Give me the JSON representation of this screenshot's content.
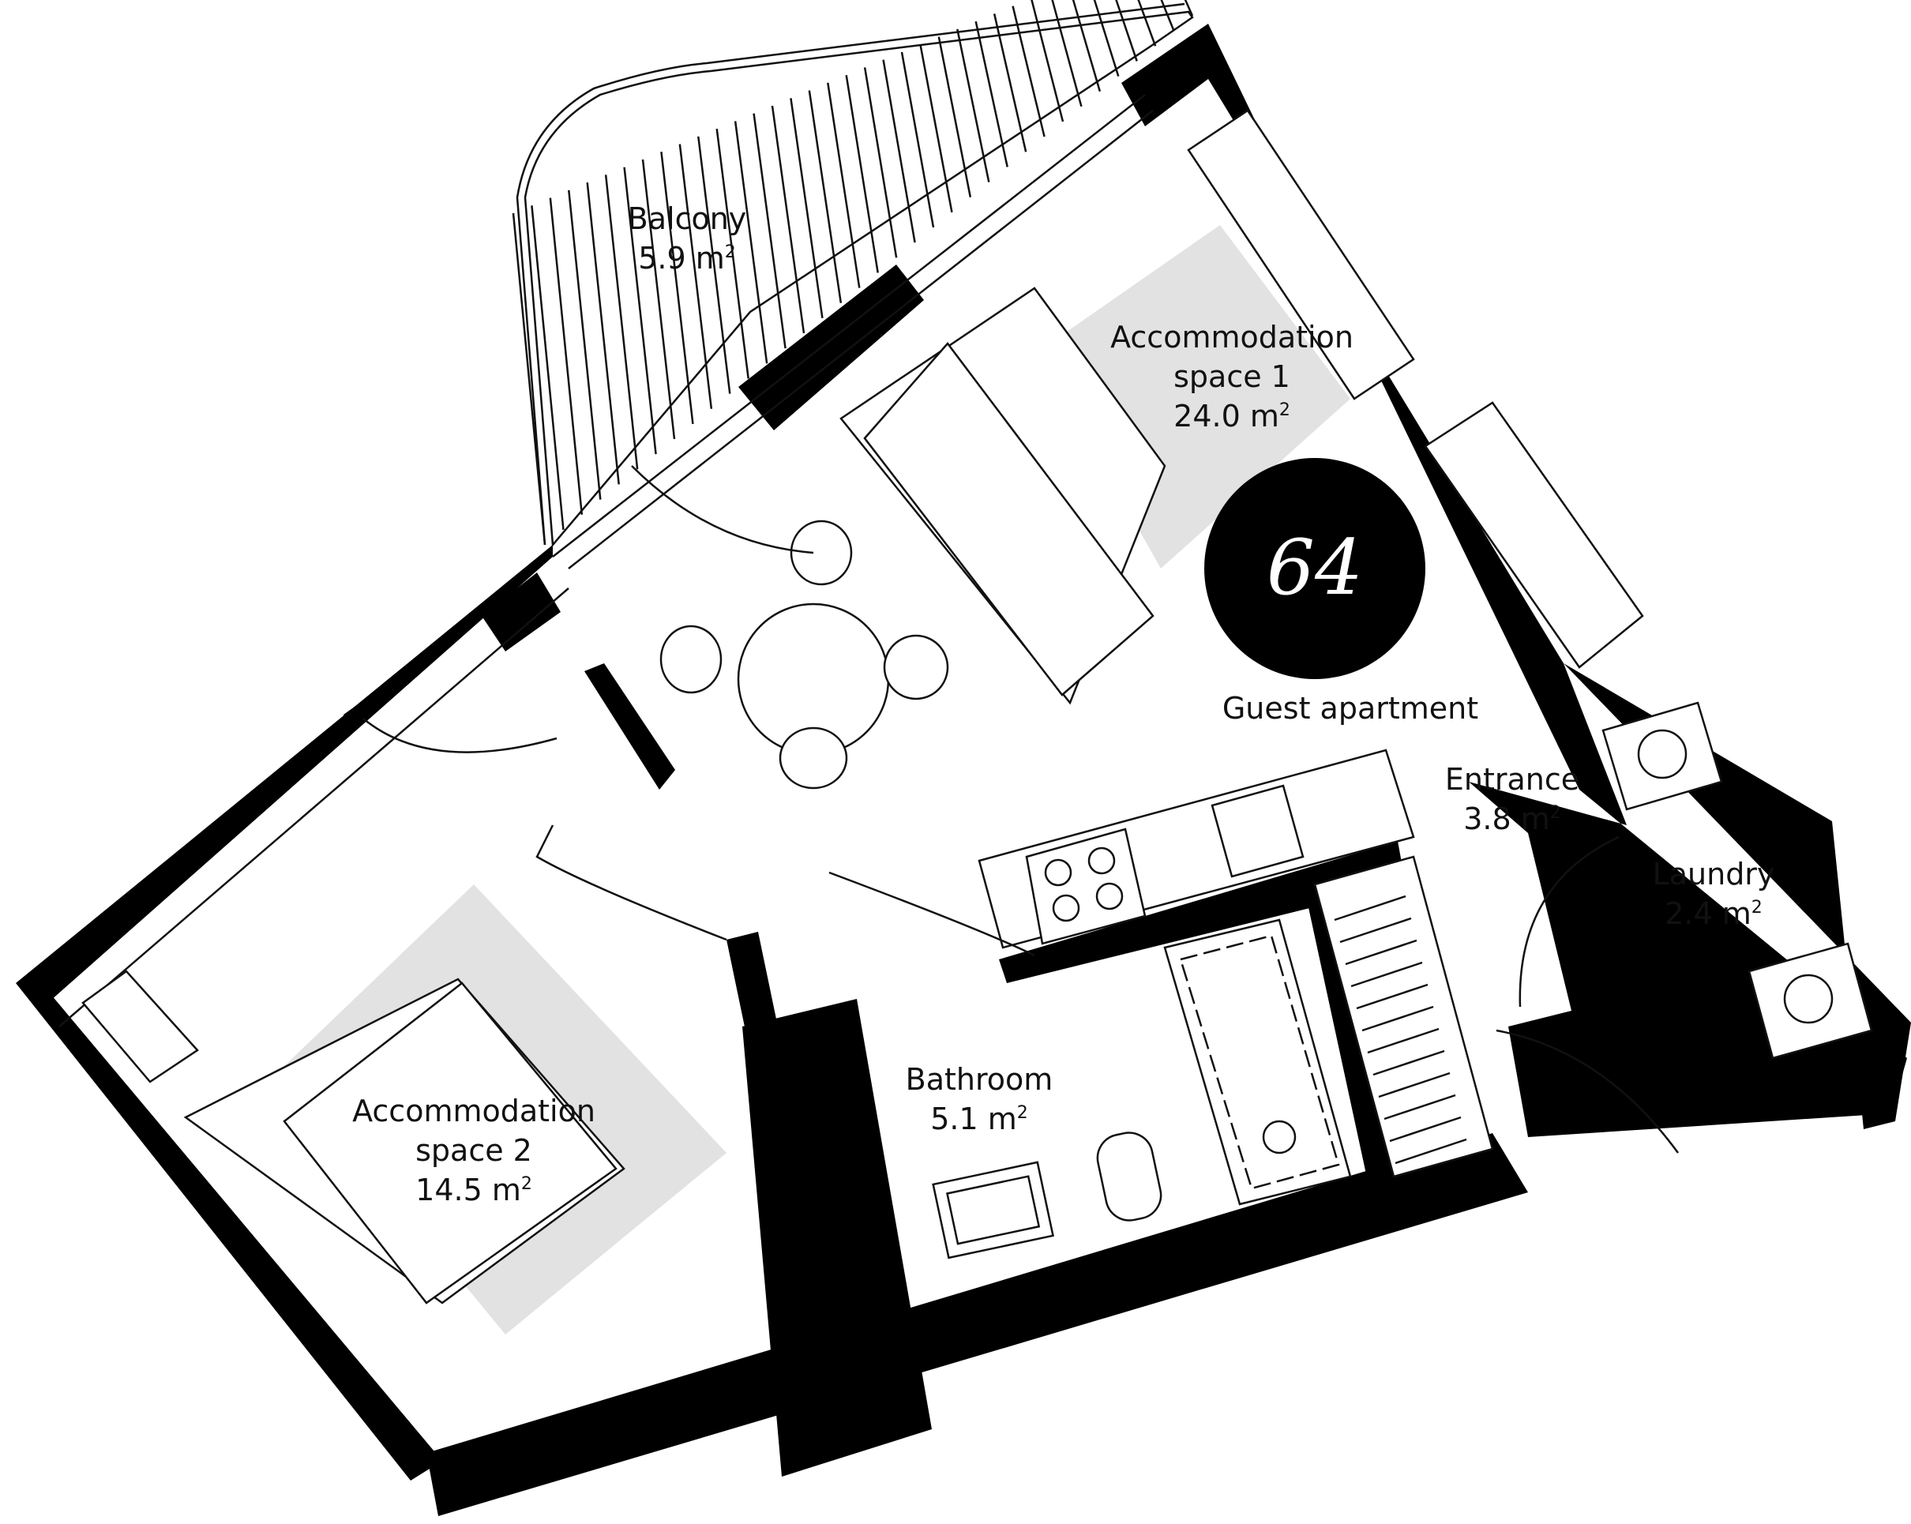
{
  "plan": {
    "badge": {
      "number": "64",
      "caption": "Guest apartment"
    },
    "unit_label": "m",
    "unit_sup": "2",
    "rooms": [
      {
        "key": "balcony",
        "name_lines": [
          "Balcony"
        ],
        "area": "5.9"
      },
      {
        "key": "accommodation-space-1",
        "name_lines": [
          "Accommodation",
          "space 1"
        ],
        "area": "24.0"
      },
      {
        "key": "entrance",
        "name_lines": [
          "Entrance"
        ],
        "area": "3.8"
      },
      {
        "key": "laundry",
        "name_lines": [
          "Laundry"
        ],
        "area": "2.4"
      },
      {
        "key": "bathroom",
        "name_lines": [
          "Bathroom"
        ],
        "area": "5.1"
      },
      {
        "key": "accommodation-space-2",
        "name_lines": [
          "Accommodation",
          "space 2"
        ],
        "area": "14.5"
      }
    ],
    "colors": {
      "wall": "#000000",
      "rug": "#e2e2e2",
      "badge": "#000000",
      "badge_text": "#ffffff"
    }
  }
}
